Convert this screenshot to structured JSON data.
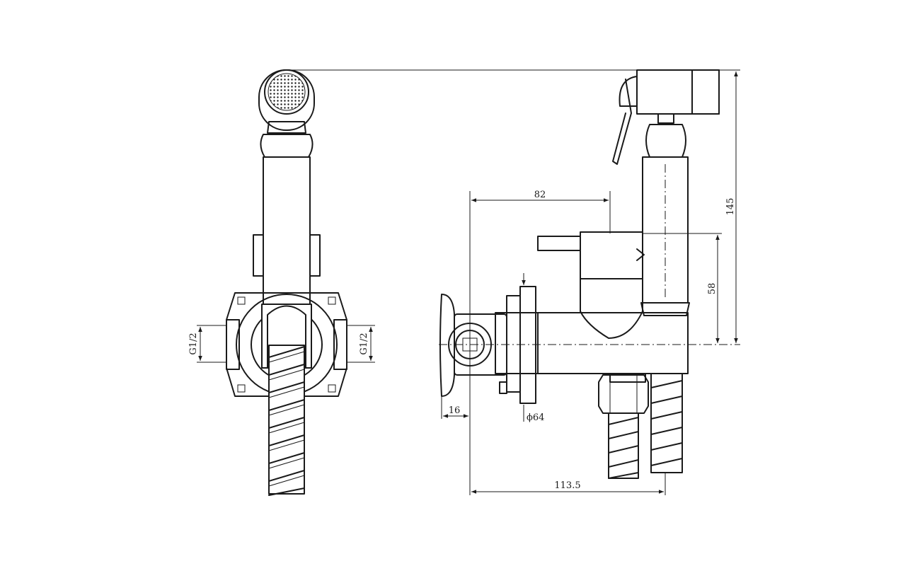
{
  "dimensions": {
    "width_82": "82",
    "height_145": "145",
    "height_58": "58",
    "offset_16": "16",
    "diameter_64": "ϕ64",
    "width_113_5": "113.5",
    "thread_left": "G1/2",
    "thread_right": "G1/2"
  },
  "colors": {
    "line": "#1a1a1a",
    "background": "#ffffff"
  }
}
